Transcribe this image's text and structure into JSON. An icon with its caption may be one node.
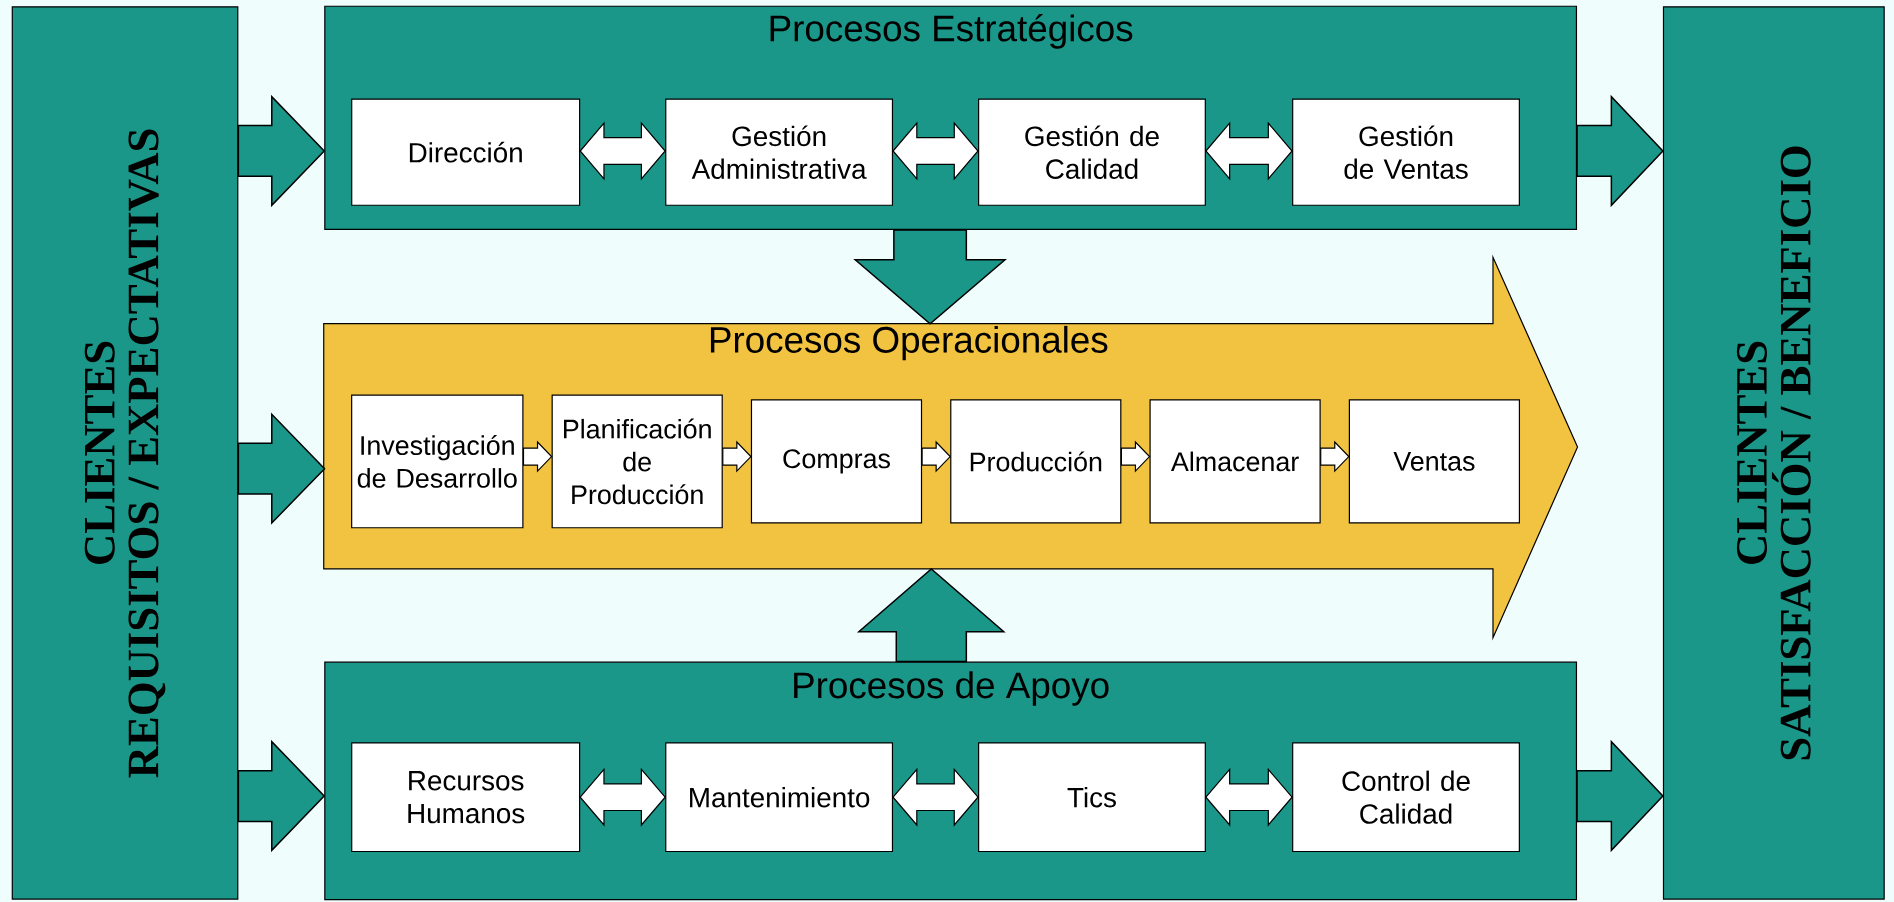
{
  "diagram": {
    "nodes": [
      {
        "text": [
          "CLIENTES",
          "REQUISITOS / EXPECTATIVAS"
        ]
      },
      {
        "text": [
          "Procesos Estratégicos"
        ]
      },
      {
        "text": [
          "Dirección"
        ],
        "in": 1
      },
      {
        "text": [
          "Gestión Administrativa"
        ],
        "in": 1
      },
      {
        "text": [
          "Gestión de Calidad"
        ],
        "in": 1
      },
      {
        "text": [
          "Gestión de Ventas"
        ],
        "in": 1
      },
      {
        "text": [
          "Procesos Operacionales"
        ]
      },
      {
        "text": [
          "Investigación de Desarrollo"
        ],
        "in": 6
      },
      {
        "text": [
          "Planificación de Producción"
        ],
        "in": 6
      },
      {
        "text": [
          "Compras"
        ],
        "in": 6
      },
      {
        "text": [
          "Producción"
        ],
        "in": 6
      },
      {
        "text": [
          "Almacenar"
        ],
        "in": 6
      },
      {
        "text": [
          "Ventas"
        ],
        "in": 6
      },
      {
        "text": [
          "Procesos de Apoyo"
        ]
      },
      {
        "text": [
          "Recursos Humanos"
        ],
        "in": 13
      },
      {
        "text": [
          "Mantenimiento"
        ],
        "in": 13
      },
      {
        "text": [
          "Tics"
        ],
        "in": 13
      },
      {
        "text": [
          "Control de Calidad"
        ],
        "in": 13
      },
      {
        "text": [
          "CLIENTES",
          "SATISFACCIÓN / BENEFICIO"
        ]
      }
    ],
    "edges": [
      {
        "from": 0,
        "to": 1,
        "arrow": "to",
        "style": "thick",
        "color": "#1b978a"
      },
      {
        "from": 0,
        "to": 6,
        "arrow": "to",
        "style": "thick",
        "color": "#1b978a"
      },
      {
        "from": 0,
        "to": 13,
        "arrow": "to",
        "style": "thick",
        "color": "#1b978a"
      },
      {
        "from": 1,
        "to": 6,
        "arrow": "to",
        "style": "thick",
        "color": "#1b978a"
      },
      {
        "from": 13,
        "to": 6,
        "arrow": "to",
        "style": "thick",
        "color": "#1b978a"
      },
      {
        "from": 1,
        "to": 18,
        "arrow": "to",
        "style": "thick",
        "color": "#1b978a"
      },
      {
        "from": 13,
        "to": 18,
        "arrow": "to",
        "style": "thick",
        "color": "#1b978a"
      },
      {
        "from": 2,
        "to": 3,
        "arrow": "both"
      },
      {
        "from": 3,
        "to": 4,
        "arrow": "both"
      },
      {
        "from": 4,
        "to": 5,
        "arrow": "both"
      },
      {
        "from": 7,
        "to": 8,
        "arrow": "to"
      },
      {
        "from": 8,
        "to": 9,
        "arrow": "to"
      },
      {
        "from": 9,
        "to": 10,
        "arrow": "to"
      },
      {
        "from": 10,
        "to": 11,
        "arrow": "to"
      },
      {
        "from": 11,
        "to": 12,
        "arrow": "to"
      },
      {
        "from": 14,
        "to": 15,
        "arrow": "both"
      },
      {
        "from": 15,
        "to": 16,
        "arrow": "both"
      },
      {
        "from": 16,
        "to": 17,
        "arrow": "both"
      }
    ]
  }
}
